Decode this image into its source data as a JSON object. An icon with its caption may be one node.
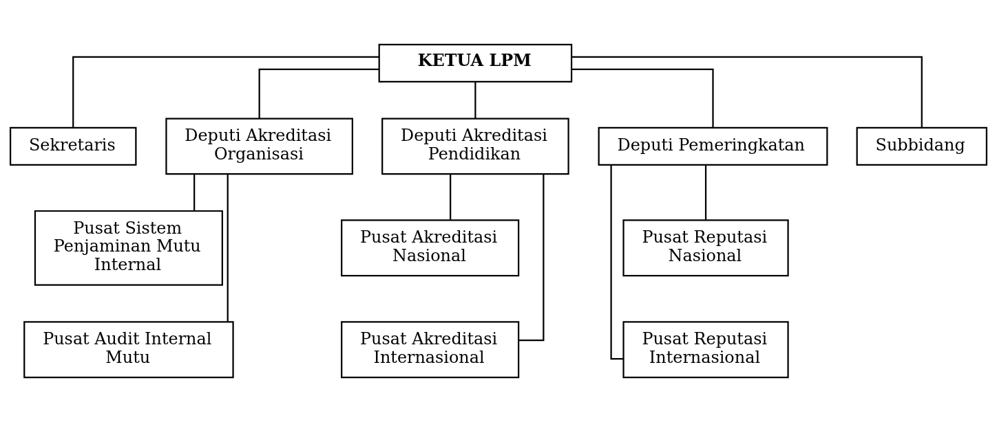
{
  "diagram": {
    "nodes": [
      {
        "text": [
          "KETUA LPM"
        ]
      },
      {
        "text": [
          "Sekretaris"
        ]
      },
      {
        "text": [
          "Deputi Akreditasi Organisasi"
        ]
      },
      {
        "text": [
          "Deputi Akreditasi Pendidikan"
        ]
      },
      {
        "text": [
          "Deputi Pemeringkatan"
        ]
      },
      {
        "text": [
          "Subbidang"
        ]
      },
      {
        "text": [
          "Pusat Sistem Penjaminan Mutu Internal"
        ]
      },
      {
        "text": [
          "Pusat Audit Internal Mutu"
        ]
      },
      {
        "text": [
          "Pusat Akreditasi Nasional"
        ]
      },
      {
        "text": [
          "Pusat Akreditasi Internasional"
        ]
      },
      {
        "text": [
          "Pusat Reputasi Nasional"
        ]
      },
      {
        "text": [
          "Pusat Reputasi Internasional"
        ]
      }
    ],
    "edges": [
      {
        "from": 0,
        "to": 1,
        "arrow": "none"
      },
      {
        "from": 0,
        "to": 2,
        "arrow": "none"
      },
      {
        "from": 0,
        "to": 3,
        "arrow": "none"
      },
      {
        "from": 0,
        "to": 4,
        "arrow": "none"
      },
      {
        "from": 0,
        "to": 5,
        "arrow": "none"
      },
      {
        "from": 2,
        "to": 6,
        "arrow": "none"
      },
      {
        "from": 2,
        "to": 7,
        "arrow": "none"
      },
      {
        "from": 3,
        "to": 8,
        "arrow": "none"
      },
      {
        "from": 3,
        "to": 9,
        "arrow": "none"
      },
      {
        "from": 4,
        "to": 10,
        "arrow": "none"
      },
      {
        "from": 4,
        "to": 11,
        "arrow": "none"
      }
    ]
  }
}
